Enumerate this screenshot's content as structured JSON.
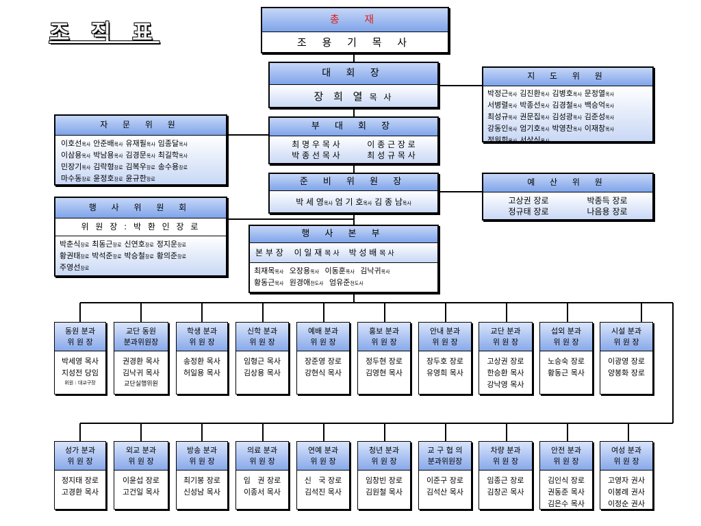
{
  "title": "조 직 표",
  "president": {
    "label": "총  재",
    "name": "조 용 기 목 사"
  },
  "chairman": {
    "label": "대 회 장",
    "name": "장 희 열",
    "suffix": "목 사"
  },
  "vice_chairman": {
    "label": "부 대 회 장",
    "rows": [
      [
        "최 명 우 목 사",
        "이 종 근 장 로"
      ],
      [
        "박 종 선 목 사",
        "최 성 규 목 사"
      ]
    ]
  },
  "prep_committee": {
    "label": "준 비 위 원 장",
    "members": [
      {
        "name": "박 세 영",
        "title": "목사"
      },
      {
        "name": "엄 기 호",
        "title": "목사"
      },
      {
        "name": "김 종 남",
        "title": "목사"
      }
    ]
  },
  "event_hq": {
    "label": "행 사 본 부",
    "head_label": "본 부 장",
    "heads": [
      {
        "name": "이 일 재",
        "title": "목 사"
      },
      {
        "name": "박 성 배",
        "title": "목 사"
      }
    ],
    "staff_rows": [
      [
        {
          "name": "최재목",
          "title": "목사"
        },
        {
          "name": "오장용",
          "title": "목사"
        },
        {
          "name": "이동훈",
          "title": "목사"
        },
        {
          "name": "김낙귀",
          "title": "목사"
        }
      ],
      [
        {
          "name": "황동근",
          "title": "목사"
        },
        {
          "name": "원경애",
          "title": "전도사"
        },
        {
          "name": "엄유준",
          "title": "전도사"
        }
      ]
    ]
  },
  "guidance_committee": {
    "label": "지 도 위 원",
    "rows": [
      [
        {
          "name": "박정근",
          "title": "목사"
        },
        {
          "name": "김진환",
          "title": "목사"
        },
        {
          "name": "김병호",
          "title": "목사"
        },
        {
          "name": "문정열",
          "title": "목사"
        }
      ],
      [
        {
          "name": "서병렬",
          "title": "목사"
        },
        {
          "name": "박종선",
          "title": "목사"
        },
        {
          "name": "김경철",
          "title": "목사"
        },
        {
          "name": "백승억",
          "title": "목사"
        }
      ],
      [
        {
          "name": "최성규",
          "title": "목사"
        },
        {
          "name": "권문집",
          "title": "목사"
        },
        {
          "name": "김성광",
          "title": "목사"
        },
        {
          "name": "김준성",
          "title": "목사"
        }
      ],
      [
        {
          "name": "강동인",
          "title": "목사"
        },
        {
          "name": "엄기호",
          "title": "목사"
        },
        {
          "name": "박영찬",
          "title": "목사"
        },
        {
          "name": "이재창",
          "title": "목사"
        }
      ],
      [
        {
          "name": "정원희",
          "title": "목사"
        },
        {
          "name": "서상식",
          "title": "목사"
        }
      ]
    ]
  },
  "advisory_committee": {
    "label": "자 문 위 원",
    "rows": [
      [
        {
          "name": "이호선",
          "title": "목사"
        },
        {
          "name": "안준배",
          "title": "목사"
        },
        {
          "name": "유재필",
          "title": "목사"
        },
        {
          "name": "임종달",
          "title": "목사"
        }
      ],
      [
        {
          "name": "이삼용",
          "title": "목사"
        },
        {
          "name": "박남용",
          "title": "목사"
        },
        {
          "name": "김경문",
          "title": "목사"
        },
        {
          "name": "최길학",
          "title": "목사"
        }
      ],
      [
        {
          "name": "민장기",
          "title": "목사"
        },
        {
          "name": "김락형",
          "title": "장로"
        },
        {
          "name": "김복우",
          "title": "장로"
        },
        {
          "name": "송수용",
          "title": "장로"
        }
      ],
      [
        {
          "name": "마수동",
          "title": "장로"
        },
        {
          "name": "윤정호",
          "title": "장로"
        },
        {
          "name": "윤규한",
          "title": "장로"
        }
      ]
    ]
  },
  "event_committee": {
    "label": "행 사 위 원 회",
    "chair": "위 원 장 : 박 환 인 장 로",
    "rows": [
      [
        {
          "name": "박춘식",
          "title": "장로"
        },
        {
          "name": "최동근",
          "title": "장로"
        },
        {
          "name": "신연호",
          "title": "장로"
        },
        {
          "name": "정지운",
          "title": "장로"
        }
      ],
      [
        {
          "name": "황권태",
          "title": "장로"
        },
        {
          "name": "박석준",
          "title": "장로"
        },
        {
          "name": "박승철",
          "title": "장로"
        },
        {
          "name": "황의준",
          "title": "장로"
        }
      ],
      [
        {
          "name": "주영선",
          "title": "장로"
        }
      ]
    ]
  },
  "budget_committee": {
    "label": "예 산 위 원",
    "rows": [
      [
        "고상권 장로",
        "박종득 장로"
      ],
      [
        "정규태 장로",
        "나음용 장로"
      ]
    ]
  },
  "subcommittees_row1": [
    {
      "h1": "동원 분과",
      "h2": "위 원 장",
      "members": [
        "박세영 목사",
        "지성전 당임"
      ],
      "note": "위원 : 대교구장"
    },
    {
      "h1": "교단 동원",
      "h2": "분과위원장",
      "members": [
        "권경환 목사",
        "김낙귀 목사",
        "교단실행위원"
      ]
    },
    {
      "h1": "학생 분과",
      "h2": "위 원 장",
      "members": [
        "송정환 목사",
        "허일용 목사"
      ]
    },
    {
      "h1": "신학 분과",
      "h2": "위 원 장",
      "members": [
        "임형근 목사",
        "김상용 목사"
      ]
    },
    {
      "h1": "예배 분과",
      "h2": "위 원 장",
      "members": [
        "장준영 장로",
        "강현식 목사"
      ]
    },
    {
      "h1": "홍보 분과",
      "h2": "위 원 장",
      "members": [
        "정두현 장로",
        "김영현 목사"
      ]
    },
    {
      "h1": "안내 분과",
      "h2": "위 원 장",
      "members": [
        "장두호 장로",
        "유영희 목사"
      ]
    },
    {
      "h1": "교단 분과",
      "h2": "위 원 장",
      "members": [
        "고상권 장로",
        "한승환 목사",
        "강낙영 목사"
      ]
    },
    {
      "h1": "섭외 분과",
      "h2": "위 원 장",
      "members": [
        "노승숙 장로",
        "황동근 목사"
      ]
    },
    {
      "h1": "시설 분과",
      "h2": "위 원 장",
      "members": [
        "이광영 장로",
        "양봉화 장로"
      ]
    }
  ],
  "subcommittees_row2": [
    {
      "h1": "성가 분과",
      "h2": "위 원 장",
      "members": [
        "정지태 장로",
        "고경환 목사"
      ]
    },
    {
      "h1": "외교 분과",
      "h2": "위 원 장",
      "members": [
        "이윤섭 장로",
        "고건일 목사"
      ]
    },
    {
      "h1": "방송 분과",
      "h2": "위 원 장",
      "members": [
        "최기봉 장로",
        "신성남 목사"
      ]
    },
    {
      "h1": "의료 분과",
      "h2": "위 원 장",
      "members": [
        "임   권 장로",
        "이종서 목사"
      ]
    },
    {
      "h1": "연예 분과",
      "h2": "위 원 장",
      "members": [
        "신   국 장로",
        "김석진 목사"
      ]
    },
    {
      "h1": "청년 분과",
      "h2": "위 원 장",
      "members": [
        "임창빈 장로",
        "김원철 목사"
      ]
    },
    {
      "h1": "교 구 협 의",
      "h2": "분과위원장",
      "members": [
        "이준구 장로",
        "김석산 목사"
      ]
    },
    {
      "h1": "차량 분과",
      "h2": "위 원 장",
      "members": [
        "임종근 장로",
        "김창곤 목사"
      ]
    },
    {
      "h1": "안전 분과",
      "h2": "위 원 장",
      "members": [
        "김인식 장로",
        "권동준 목사",
        "김은수 목사"
      ]
    },
    {
      "h1": "여성 분과",
      "h2": "위 원 장",
      "members": [
        "고영자 권사",
        "이봉례 권사",
        "이정순 권사"
      ]
    }
  ],
  "colors": {
    "header_top": "#c6d7f7",
    "header_bottom": "#7fa4ea",
    "president_label": "#e0201c"
  }
}
